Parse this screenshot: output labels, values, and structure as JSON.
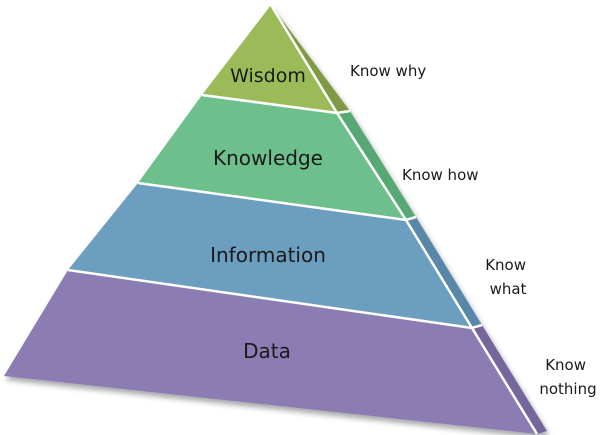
{
  "pyramid": {
    "levels": [
      {
        "label": "Wisdom",
        "side_label_lines": [
          "Know why"
        ],
        "front_color": "#9BBB59",
        "side_color": "#7F9A45"
      },
      {
        "label": "Knowledge",
        "side_label_lines": [
          "Know how"
        ],
        "front_color": "#6DC08C",
        "side_color": "#58A874"
      },
      {
        "label": "Information",
        "side_label_lines": [
          "Know",
          "what"
        ],
        "front_color": "#6C9EBF",
        "side_color": "#5887A8"
      },
      {
        "label": "Data",
        "side_label_lines": [
          "Know",
          "nothing"
        ],
        "front_color": "#8B7BB3",
        "side_color": "#74669C"
      }
    ]
  }
}
